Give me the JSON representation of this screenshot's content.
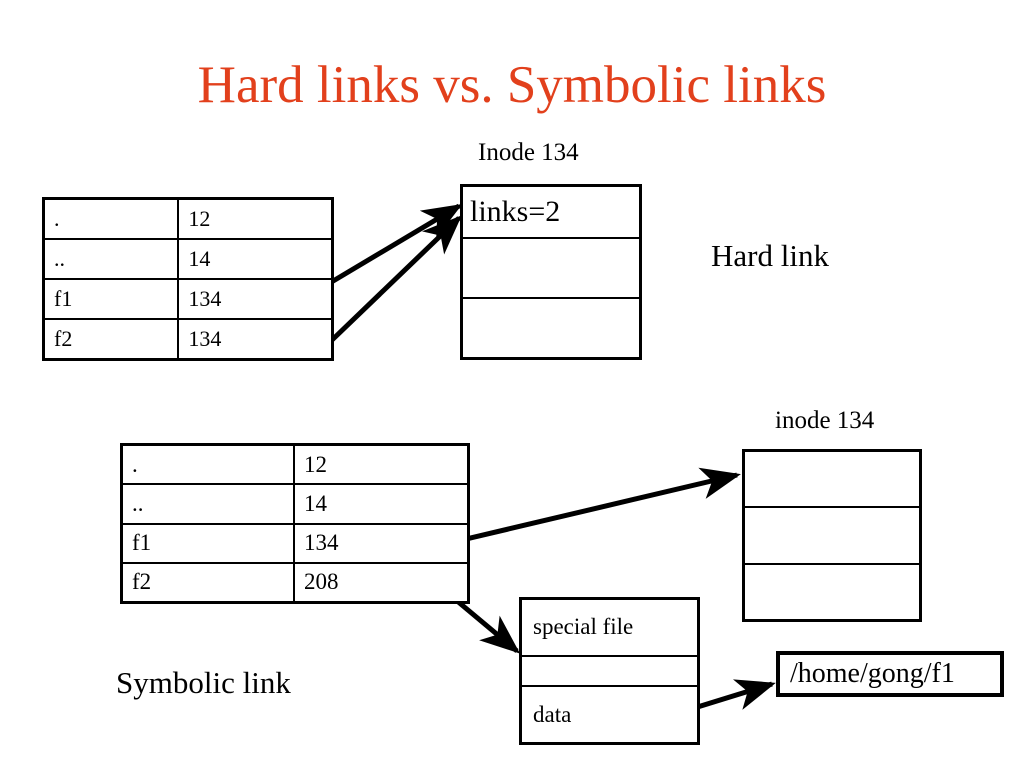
{
  "slide": {
    "title": "Hard links vs. Symbolic links",
    "title_color": "#E2401C",
    "background": "#FFFFFF",
    "line_color": "#000000"
  },
  "hard_link_section": {
    "label": "Hard link",
    "inode_label": "Inode 134",
    "directory_table": {
      "rows": [
        {
          "name": ".",
          "inode": "12"
        },
        {
          "name": "..",
          "inode": "14"
        },
        {
          "name": "f1",
          "inode": "134"
        },
        {
          "name": "f2",
          "inode": "134"
        }
      ]
    },
    "inode_box": {
      "rows": [
        "links=2",
        "",
        ""
      ]
    },
    "arrows": [
      {
        "from": "f1-inode-cell",
        "to": "inode-box-top"
      },
      {
        "from": "f2-inode-cell",
        "to": "inode-box-top"
      }
    ]
  },
  "symbolic_link_section": {
    "label": "Symbolic link",
    "inode_label": "inode 134",
    "directory_table": {
      "rows": [
        {
          "name": ".",
          "inode": "12"
        },
        {
          "name": "..",
          "inode": "14"
        },
        {
          "name": "f1",
          "inode": "134"
        },
        {
          "name": "f2",
          "inode": "208"
        }
      ]
    },
    "inode_box": {
      "rows": [
        "",
        "",
        ""
      ]
    },
    "special_file_box": {
      "rows": [
        "special file",
        "",
        "data"
      ]
    },
    "path_box": {
      "text": "/home/gong/f1"
    },
    "arrows": [
      {
        "from": "f1-inode-cell",
        "to": "inode-box-right"
      },
      {
        "from": "f2-inode-cell",
        "to": "special-file-box"
      },
      {
        "from": "special-file-data-cell",
        "to": "path-box"
      }
    ]
  }
}
